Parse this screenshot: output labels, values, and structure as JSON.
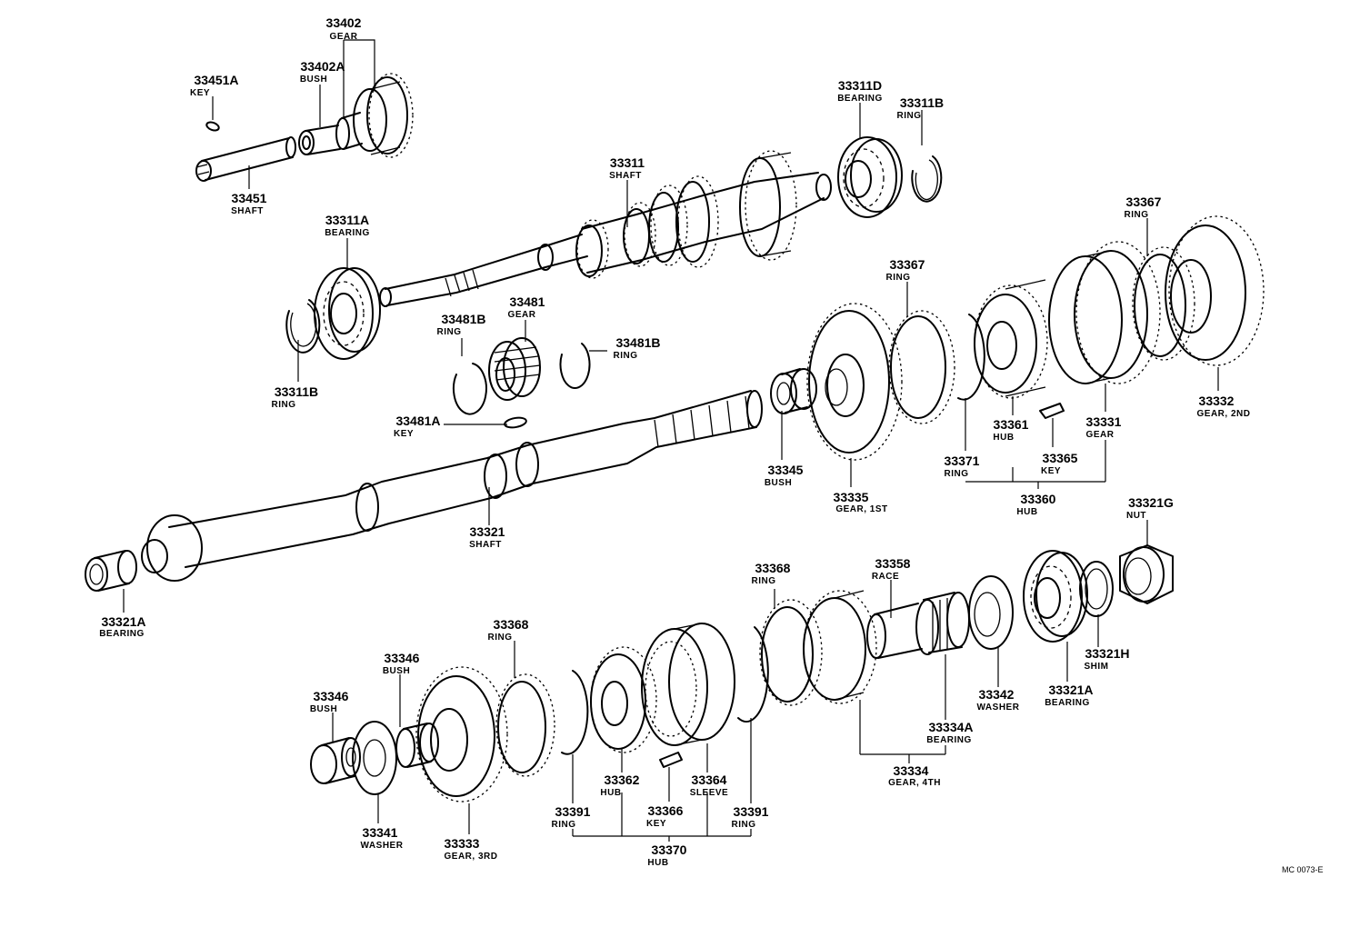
{
  "parts": [
    {
      "id": "p33402",
      "number": "33402",
      "name": "GEAR"
    },
    {
      "id": "p33451A",
      "number": "33451A",
      "name": "KEY"
    },
    {
      "id": "p33402A",
      "number": "33402A",
      "name": "BUSH"
    },
    {
      "id": "p33451",
      "number": "33451",
      "name": "SHAFT"
    },
    {
      "id": "p33311D",
      "number": "33311D",
      "name": "BEARING"
    },
    {
      "id": "p33311B_top",
      "number": "33311B",
      "name": "RING"
    },
    {
      "id": "p33311",
      "number": "33311",
      "name": "SHAFT"
    },
    {
      "id": "p33311A",
      "number": "33311A",
      "name": "BEARING"
    },
    {
      "id": "p33367_top",
      "number": "33367",
      "name": "RING"
    },
    {
      "id": "p33367_mid",
      "number": "33367",
      "name": "RING"
    },
    {
      "id": "p33481",
      "number": "33481",
      "name": "GEAR"
    },
    {
      "id": "p33481B_left",
      "number": "33481B",
      "name": "RING"
    },
    {
      "id": "p33481B_right",
      "number": "33481B",
      "name": "RING"
    },
    {
      "id": "p33311B_left",
      "number": "33311B",
      "name": "RING"
    },
    {
      "id": "p33481A",
      "number": "33481A",
      "name": "KEY"
    },
    {
      "id": "p33332",
      "number": "33332",
      "name": "GEAR, 2ND"
    },
    {
      "id": "p33361",
      "number": "33361",
      "name": "HUB"
    },
    {
      "id": "p33331",
      "number": "33331",
      "name": "GEAR"
    },
    {
      "id": "p33345",
      "number": "33345",
      "name": "BUSH"
    },
    {
      "id": "p33371",
      "number": "33371",
      "name": "RING"
    },
    {
      "id": "p33365",
      "number": "33365",
      "name": "KEY"
    },
    {
      "id": "p33335",
      "number": "33335",
      "name": "GEAR, 1ST"
    },
    {
      "id": "p33360",
      "number": "33360",
      "name": "HUB"
    },
    {
      "id": "p33321G",
      "number": "33321G",
      "name": "NUT"
    },
    {
      "id": "p33321",
      "number": "33321",
      "name": "SHAFT"
    },
    {
      "id": "p33368_mid",
      "number": "33368",
      "name": "RING"
    },
    {
      "id": "p33358",
      "number": "33358",
      "name": "RACE"
    },
    {
      "id": "p33321A_left",
      "number": "33321A",
      "name": "BEARING"
    },
    {
      "id": "p33368_left",
      "number": "33368",
      "name": "RING"
    },
    {
      "id": "p33346_upper",
      "number": "33346",
      "name": "BUSH"
    },
    {
      "id": "p33321H",
      "number": "33321H",
      "name": "SHIM"
    },
    {
      "id": "p33346_lower",
      "number": "33346",
      "name": "BUSH"
    },
    {
      "id": "p33342",
      "number": "33342",
      "name": "WASHER"
    },
    {
      "id": "p33321A_right",
      "number": "33321A",
      "name": "BEARING"
    },
    {
      "id": "p33334A",
      "number": "33334A",
      "name": "BEARING"
    },
    {
      "id": "p33362",
      "number": "33362",
      "name": "HUB"
    },
    {
      "id": "p33364",
      "number": "33364",
      "name": "SLEEVE"
    },
    {
      "id": "p33334",
      "number": "33334",
      "name": "GEAR, 4TH"
    },
    {
      "id": "p33391_left",
      "number": "33391",
      "name": "RING"
    },
    {
      "id": "p33366",
      "number": "33366",
      "name": "KEY"
    },
    {
      "id": "p33391_right",
      "number": "33391",
      "name": "RING"
    },
    {
      "id": "p33341",
      "number": "33341",
      "name": "WASHER"
    },
    {
      "id": "p33333",
      "number": "33333",
      "name": "GEAR, 3RD"
    },
    {
      "id": "p33370",
      "number": "33370",
      "name": "HUB"
    }
  ],
  "reference_code": "MC 0073-E"
}
